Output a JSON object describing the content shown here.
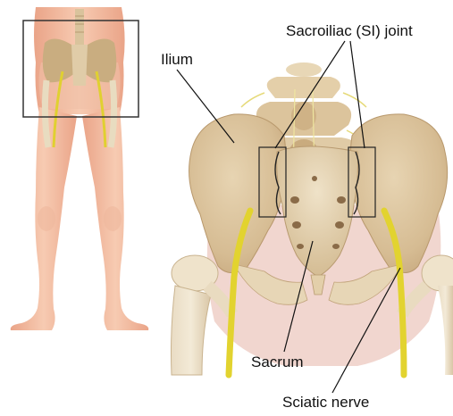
{
  "labels": {
    "si_joint": "Sacroiliac (SI) joint",
    "ilium": "Ilium",
    "sacrum": "Sacrum",
    "sciatic_nerve": "Sciatic nerve"
  },
  "colors": {
    "skin": "#f4c2a6",
    "skin_shadow": "#e8a98a",
    "bone": "#e6d2b4",
    "bone_shadow": "#cbb08a",
    "ilium_fill": "#d8c09a",
    "pink_tissue": "#f2d8d2",
    "nerve": "#e3d64a",
    "outline": "#222222",
    "leader_line": "#111111"
  },
  "icons": [
    "body-figure-icon",
    "pelvis-illustration"
  ]
}
